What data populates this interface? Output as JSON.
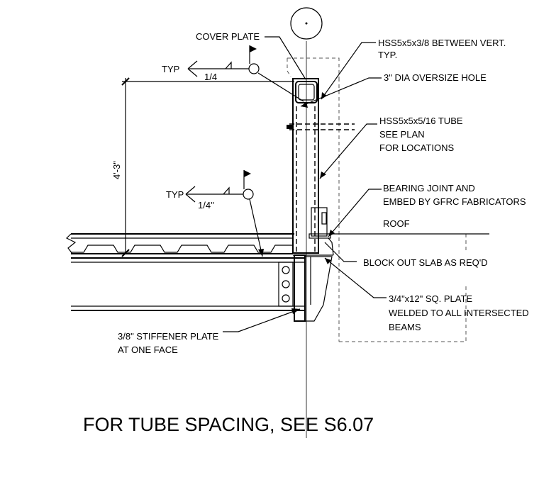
{
  "grid_bubble": "",
  "labels": {
    "cover_plate": "COVER PLATE",
    "hss_between_vert_1": "HSS5x5x3/8 BETWEEN VERT.",
    "hss_between_vert_2": "TYP.",
    "oversize_hole": "3\" DIA OVERSIZE HOLE",
    "hss_tube_1": "HSS5x5x5/16 TUBE",
    "hss_tube_2": "SEE PLAN",
    "hss_tube_3": "FOR LOCATIONS",
    "bearing_joint_1": "BEARING JOINT AND",
    "bearing_joint_2": "EMBED BY GFRC FABRICATORS",
    "roof": "ROOF",
    "block_out": "BLOCK OUT SLAB AS REQ'D",
    "sq_plate_1": "3/4\"x12\" SQ. PLATE",
    "sq_plate_2": "WELDED TO ALL INTERSECTED",
    "sq_plate_3": "BEAMS",
    "stiffener_1": "3/8\" STIFFENER PLATE",
    "stiffener_2": "AT ONE FACE"
  },
  "welds": {
    "top": {
      "typ": "TYP",
      "size": "1/4"
    },
    "middle": {
      "typ": "TYP",
      "size": "1/4\""
    }
  },
  "dimension": "4'-3\"",
  "footer_note": "FOR TUBE SPACING, SEE S6.07"
}
